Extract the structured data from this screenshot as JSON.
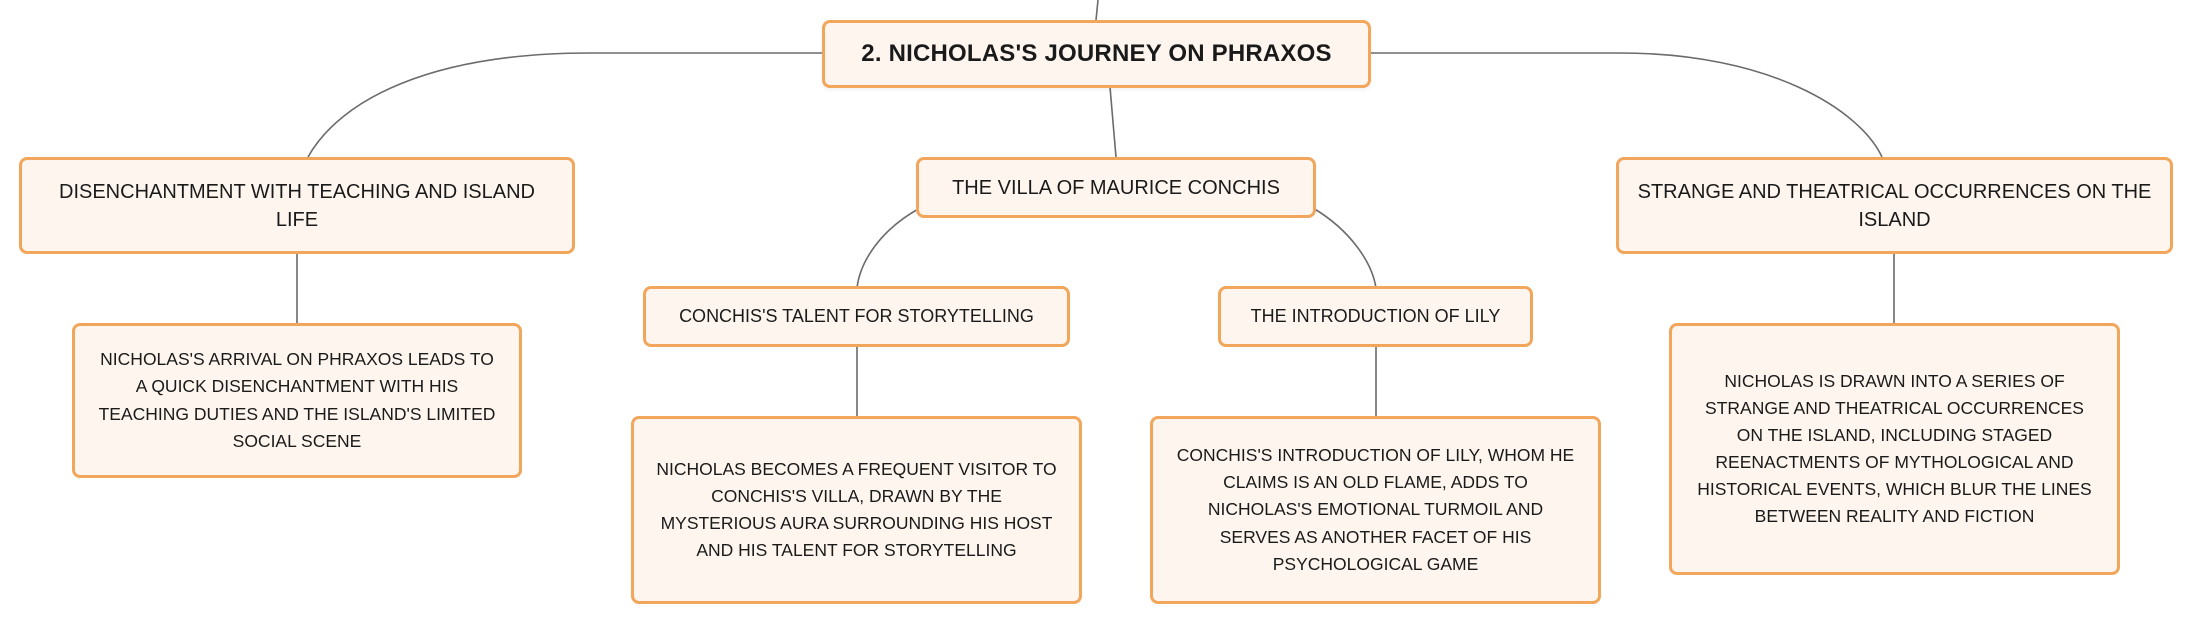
{
  "diagram": {
    "root": {
      "label": "2. NICHOLAS'S JOURNEY ON PHRAXOS"
    },
    "disenchantment": {
      "label": "DISENCHANTMENT WITH TEACHING AND ISLAND LIFE",
      "detail": "NICHOLAS'S ARRIVAL ON PHRAXOS LEADS TO A QUICK DISENCHANTMENT WITH HIS TEACHING DUTIES AND THE ISLAND'S LIMITED SOCIAL SCENE"
    },
    "villa": {
      "label": "THE VILLA OF MAURICE CONCHIS",
      "storytelling": {
        "label": "CONCHIS'S TALENT FOR STORYTELLING",
        "detail": "NICHOLAS BECOMES A FREQUENT VISITOR TO CONCHIS'S VILLA, DRAWN BY THE MYSTERIOUS AURA SURROUNDING HIS HOST AND HIS TALENT FOR STORYTELLING"
      },
      "lily": {
        "label": "THE INTRODUCTION OF LILY",
        "detail": "CONCHIS'S INTRODUCTION OF LILY, WHOM HE CLAIMS IS AN OLD FLAME, ADDS TO NICHOLAS'S EMOTIONAL TURMOIL AND SERVES AS ANOTHER FACET OF HIS PSYCHOLOGICAL GAME"
      }
    },
    "strange": {
      "label": "STRANGE AND THEATRICAL OCCURRENCES ON THE ISLAND",
      "detail": "NICHOLAS IS DRAWN INTO A SERIES OF STRANGE AND THEATRICAL OCCURRENCES ON THE ISLAND, INCLUDING STAGED REENACTMENTS OF MYTHOLOGICAL AND HISTORICAL EVENTS, WHICH BLUR THE LINES BETWEEN REALITY AND FICTION"
    }
  },
  "colors": {
    "node_fill": "#fef6ee",
    "node_border": "#f2a65c",
    "connector": "#6b6b6b",
    "text": "#1a1a1a"
  }
}
